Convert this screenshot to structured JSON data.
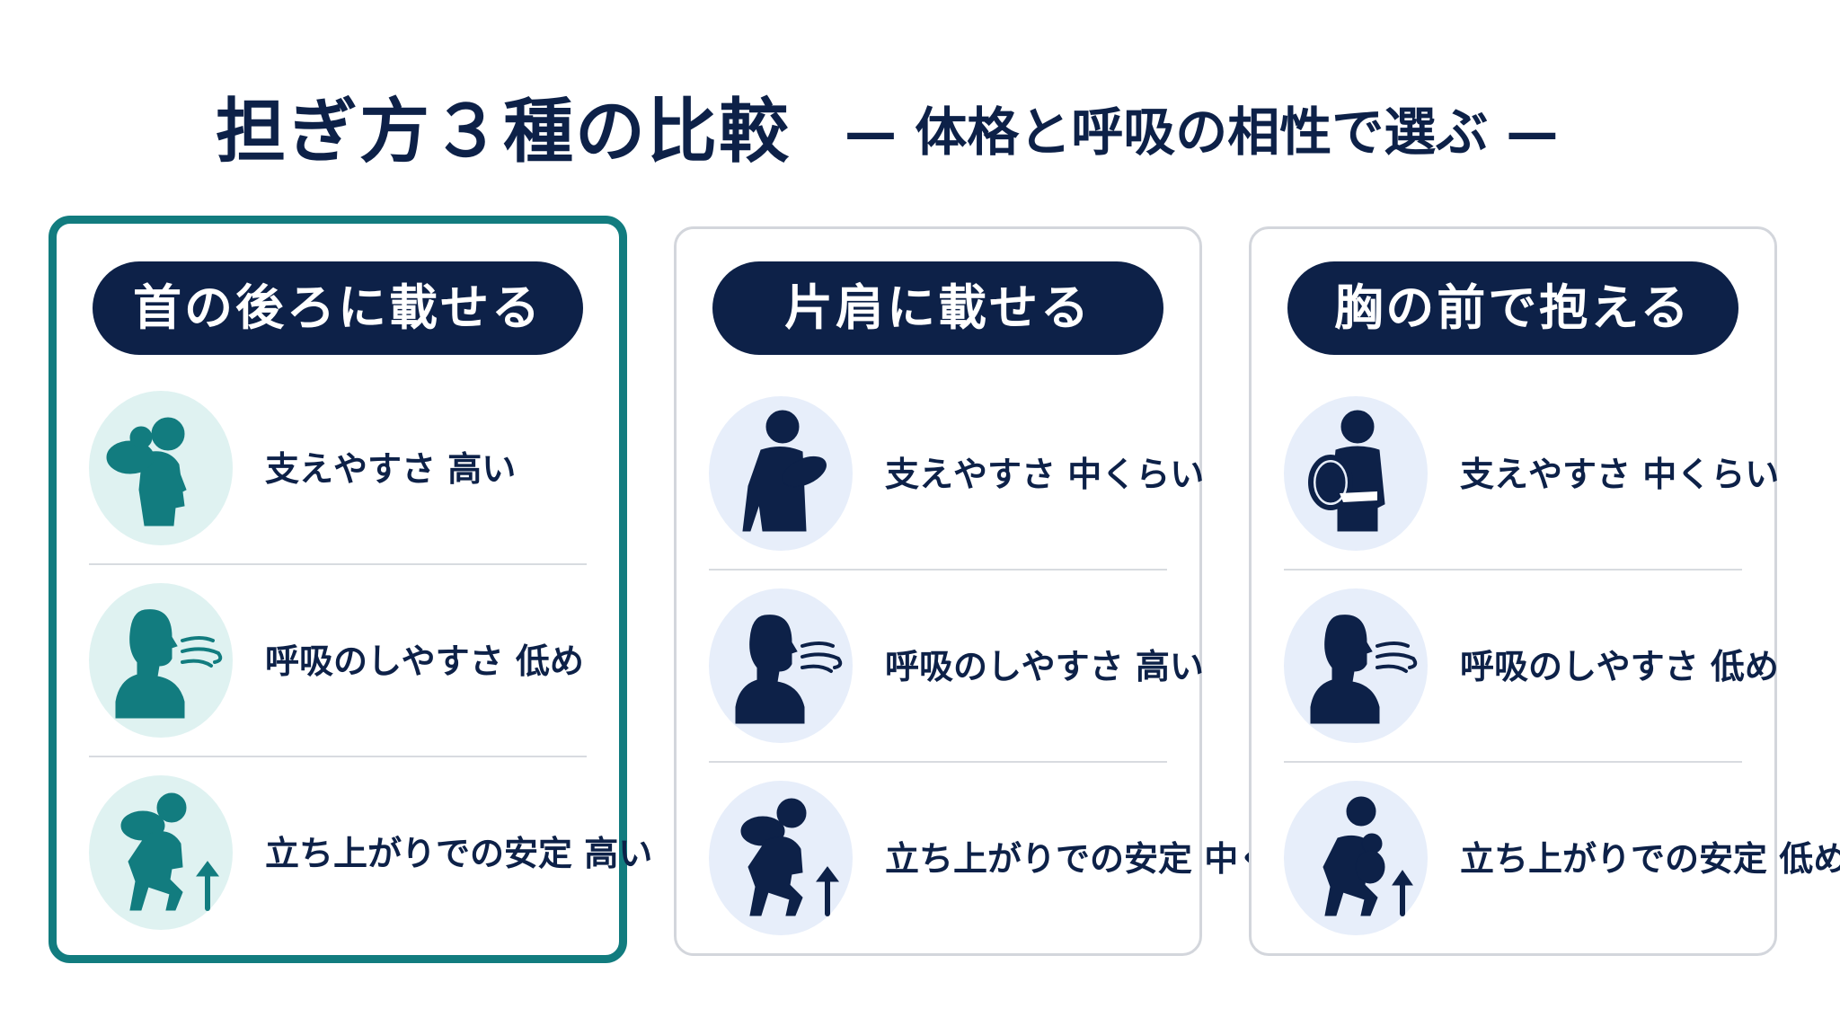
{
  "title": {
    "main": "担ぎ方３種の比較",
    "sub": "— 体格と呼吸の相性で選ぶ —"
  },
  "colors": {
    "navy": "#0d2148",
    "teal": "#127c7f",
    "border": "#d3d6dc"
  },
  "cards": [
    {
      "title": "首の後ろに載せる",
      "selected": true,
      "rows": [
        {
          "icon": "neck-carry-icon",
          "label": "支えやすさ 高い"
        },
        {
          "icon": "breathing-icon",
          "label": "呼吸のしやすさ 低め"
        },
        {
          "icon": "stand-up-icon",
          "label": "立ち上がりでの安定 高い"
        }
      ]
    },
    {
      "title": "片肩に載せる",
      "selected": false,
      "rows": [
        {
          "icon": "shoulder-carry-icon",
          "label": "支えやすさ 中くらい"
        },
        {
          "icon": "breathing-icon",
          "label": "呼吸のしやすさ 高い"
        },
        {
          "icon": "stand-up-icon",
          "label": "立ち上がりでの安定 中くらい"
        }
      ]
    },
    {
      "title": "胸の前で抱える",
      "selected": false,
      "rows": [
        {
          "icon": "chest-carry-icon",
          "label": "支えやすさ 中くらい"
        },
        {
          "icon": "breathing-icon",
          "label": "呼吸のしやすさ 低め"
        },
        {
          "icon": "stand-up-icon",
          "label": "立ち上がりでの安定 低め"
        }
      ]
    }
  ]
}
